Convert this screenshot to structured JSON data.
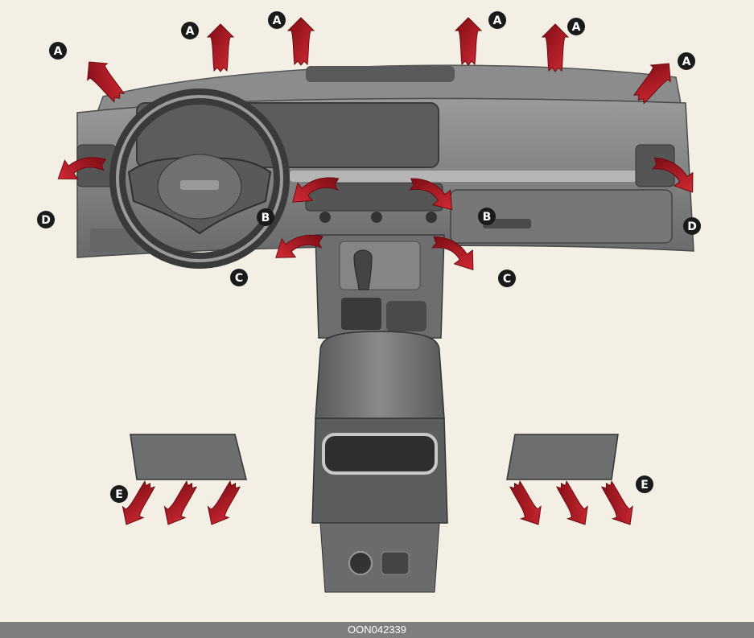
{
  "figure_code": "OON042339",
  "vent_labels": {
    "a": "A",
    "b": "B",
    "c": "C",
    "d": "D",
    "e": "E"
  },
  "colors": {
    "background": "#f3efe4",
    "arrow_red": "#c0212b",
    "arrow_dark": "#7d0d14",
    "label_circle": "#1a1a1a",
    "footer_bar": "#7f7f7f"
  }
}
